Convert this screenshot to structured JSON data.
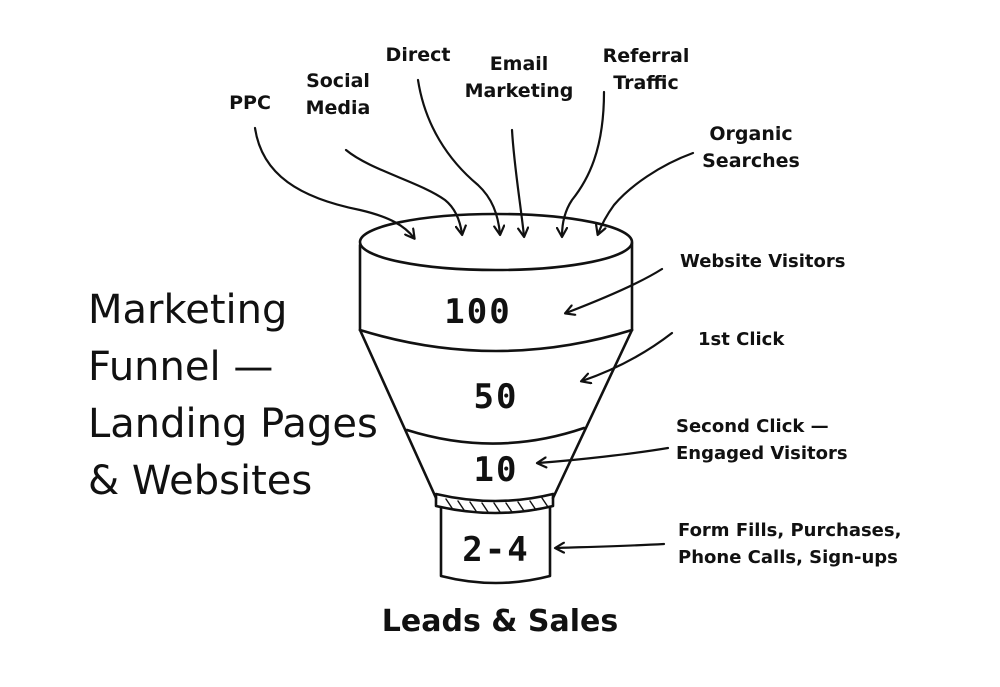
{
  "title": {
    "line1": "Marketing",
    "line2": "Funnel —",
    "line3": "Landing Pages",
    "line4": "& Websites"
  },
  "sources": {
    "ppc": "PPC",
    "social_line1": "Social",
    "social_line2": "Media",
    "direct": "Direct",
    "email_line1": "Email",
    "email_line2": "Marketing",
    "referral_line1": "Referral",
    "referral_line2": "Traffic",
    "organic_line1": "Organic",
    "organic_line2": "Searches"
  },
  "stages": [
    {
      "value": "100",
      "label_line1": "Website Visitors",
      "label_line2": ""
    },
    {
      "value": "50",
      "label_line1": "1st Click",
      "label_line2": ""
    },
    {
      "value": "10",
      "label_line1": "Second Click —",
      "label_line2": "Engaged Visitors"
    },
    {
      "value": "2-4",
      "label_line1": "Form Fills, Purchases,",
      "label_line2": "Phone Calls, Sign-ups"
    }
  ],
  "footer": "Leads & Sales",
  "colors": {
    "ink": "#111111",
    "background": "#ffffff"
  }
}
